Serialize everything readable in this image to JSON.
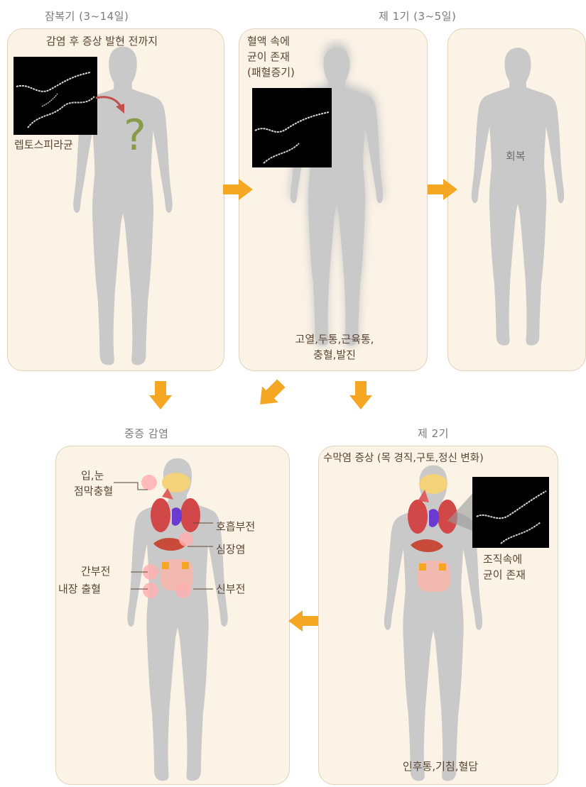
{
  "stages": {
    "incubation": {
      "heading": "잠복기 (3~14일)",
      "subtitle": "감염 후 증상 발현 전까지",
      "micro_label": "렙토스피라균",
      "question_mark": "?"
    },
    "first": {
      "heading": "제 1기 (3~5일)",
      "blood_line1": "혈액 속에",
      "blood_line2": "균이 존재",
      "blood_line3": "(패혈증기)",
      "symptoms_line1": "고열,두통,근육통,",
      "symptoms_line2": "충혈,발진",
      "recovery": "회복"
    },
    "severe": {
      "heading": "중증 감염",
      "mouth_eye_line1": "입,눈",
      "mouth_eye_line2": "점막충혈",
      "respiratory": "호흡부전",
      "heart": "심장염",
      "liver": "간부전",
      "organs": "내장 출혈",
      "kidney": "신부전"
    },
    "second": {
      "heading": "제 2기",
      "subtitle": "수막염 증상 (목 경직,구토,정신 변화)",
      "tissue_line1": "조직속에",
      "tissue_line2": "균이 존재",
      "symptoms": "인후통,기침,혈담"
    }
  },
  "icons": [
    "right-arrow-icon",
    "down-arrow-icon",
    "down-left-arrow-icon",
    "left-arrow-icon",
    "human-silhouette-icon",
    "bacteria-micrograph-icon"
  ],
  "colors": {
    "panel": "#fbf3e6",
    "border": "#e2d2bb",
    "arrow": "#f5a623",
    "body": "#c9c9c9",
    "glow": "#ff5050"
  }
}
